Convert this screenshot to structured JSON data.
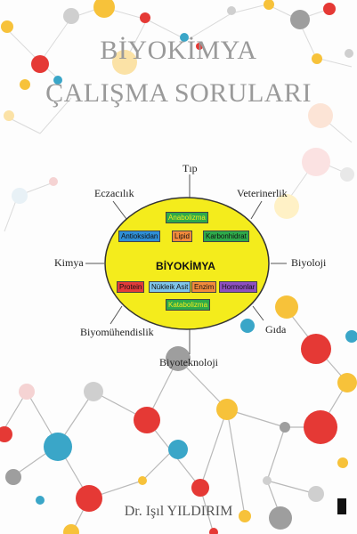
{
  "cover": {
    "title_line1": "BİYOKİMYA",
    "title_line2": "ÇALIŞMA SORULARI",
    "center_label": "BİYOKİMYA",
    "fields": {
      "tip": "Tıp",
      "eczacilik": "Eczacılık",
      "veterinerlik": "Veterinerlik",
      "kimya": "Kimya",
      "biyoloji": "Biyoloji",
      "biyomuhendislik": "Biyomühendislik",
      "gida": "Gıda",
      "biyoteknoloji": "Biyoteknoloji"
    },
    "tags": {
      "anabolizma": "Anabolizma",
      "antioksidan": "Antioksidan",
      "lipid": "Lipid",
      "karbonhidrat": "Karbonhidrat",
      "protein": "Protein",
      "nukleik_asit": "Nükleik Asit",
      "enzim": "Enzim",
      "hormonlar": "Hormonlar",
      "katabolizma": "Katabolizma"
    },
    "author": "Dr. Işıl YILDIRIM",
    "colors": {
      "ellipse": "#f4ec1c",
      "title": "#9a9a9a",
      "tag_green": "#2eaa4a",
      "tag_blue": "#2f8fd6",
      "tag_orange": "#f28a3c",
      "tag_red": "#e23b3b",
      "tag_lightblue": "#7fc4ea",
      "tag_purple": "#8e4fc0",
      "node_red": "#e53935",
      "node_yellow": "#f7c23a",
      "node_teal": "#3aa6c8",
      "node_gray": "#9e9e9e"
    },
    "publisher_logo": "publisher-logo-icon"
  }
}
